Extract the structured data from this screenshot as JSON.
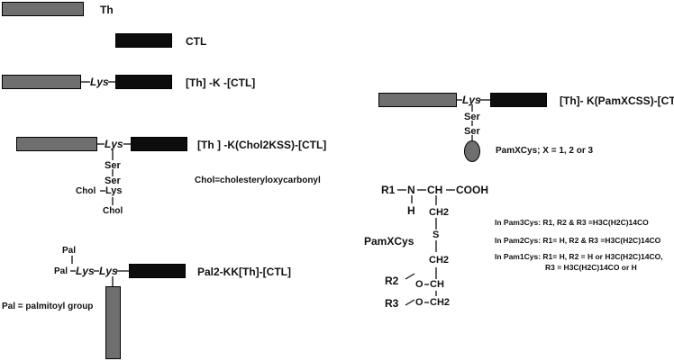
{
  "colors": {
    "th_block": "#6f6f6f",
    "ctl_block": "#0d0d0d",
    "bead": "#6f6f6f"
  },
  "constructs": {
    "th": {
      "label": "Th"
    },
    "ctl": {
      "label": "CTL"
    },
    "th_k_ctl": {
      "linker": "Lys",
      "label": "[Th] -K -[CTL]"
    },
    "chol": {
      "linker": "Lys",
      "label": "[Th ] -K(Chol2KSS)-[CTL]",
      "ser1": "Ser",
      "ser2": "Ser",
      "chol_left": "Chol",
      "lys2": "Lys",
      "chol_bottom": "Chol",
      "note": "Chol=cholesteryloxycarbonyl"
    },
    "pal": {
      "pal_top": "Pal",
      "pal_left": "Pal",
      "lys1": "Lys",
      "lys2": "Lys",
      "label": "Pal2-KK[Th]-[CTL]",
      "note": "Pal = palmitoyl group"
    },
    "pamx": {
      "linker": "Lys",
      "label": "[Th]- K(PamXCSS)-[CTL]",
      "ser1": "Ser",
      "ser2": "Ser",
      "bead_label": "PamXCys; X = 1, 2 or 3"
    }
  },
  "structure": {
    "r1": "R1",
    "n": "N",
    "h": "H",
    "ch": "CH",
    "cooh": "COOH",
    "ch2_a": "CH2",
    "s": "S",
    "ch2_b": "CH2",
    "r2": "R2",
    "o1": "O",
    "ch_b": "CH",
    "r3": "R3",
    "o2": "O",
    "ch2_c": "CH2",
    "name": "PamXCys",
    "notes": [
      "In Pam3Cys: R1, R2 & R3 =H3C(H2C)14CO",
      "In Pam2Cys: R1= H, R2 & R3 =H3C(H2C)14CO",
      "In Pam1Cys: R1= H, R2 = H or H3C(H2C)14CO,",
      "R3 = H3C(H2C)14CO or H"
    ]
  }
}
